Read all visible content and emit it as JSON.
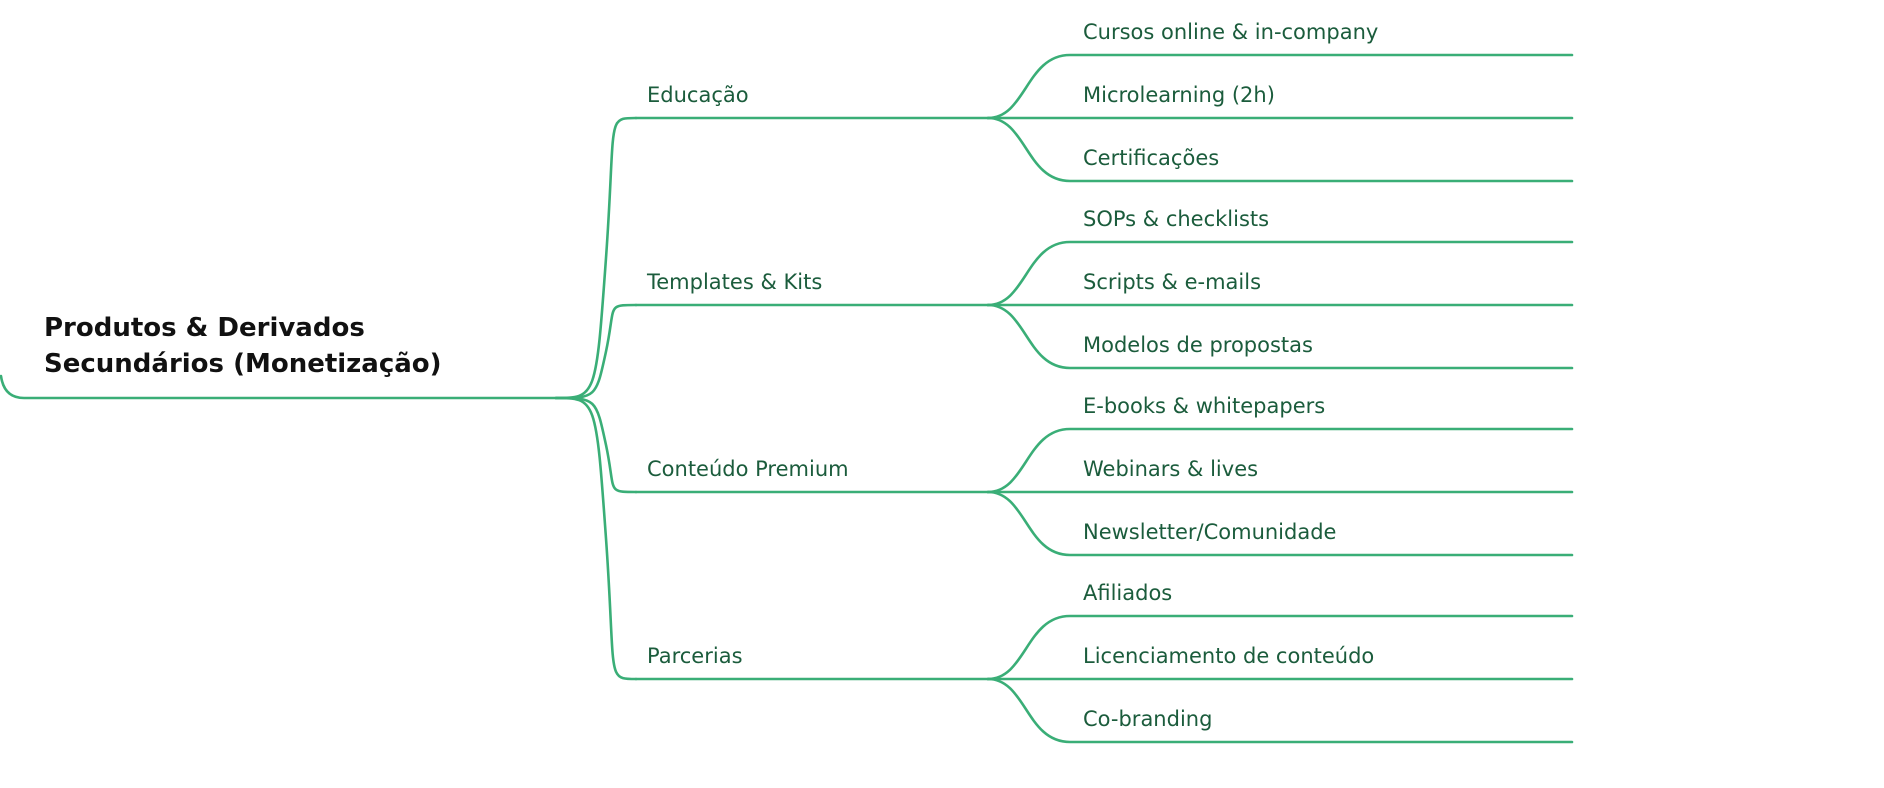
{
  "colors": {
    "edge": "#3aae77",
    "branch_text": "#1b5c3c",
    "root_text": "#111111"
  },
  "root": {
    "title_line1": "Produtos & Derivados",
    "title_line2": "Secundários (Monetização)"
  },
  "branches": [
    {
      "label": "Educação",
      "leaves": [
        "Cursos online & in-company",
        "Microlearning (2h)",
        "Certificações"
      ]
    },
    {
      "label": "Templates & Kits",
      "leaves": [
        "SOPs & checklists",
        "Scripts & e-mails",
        "Modelos de propostas"
      ]
    },
    {
      "label": "Conteúdo Premium",
      "leaves": [
        "E-books & whitepapers",
        "Webinars & lives",
        "Newsletter/Comunidade"
      ]
    },
    {
      "label": "Parcerias",
      "leaves": [
        "Afiliados",
        "Licenciamento de conteúdo",
        "Co-branding"
      ]
    }
  ]
}
